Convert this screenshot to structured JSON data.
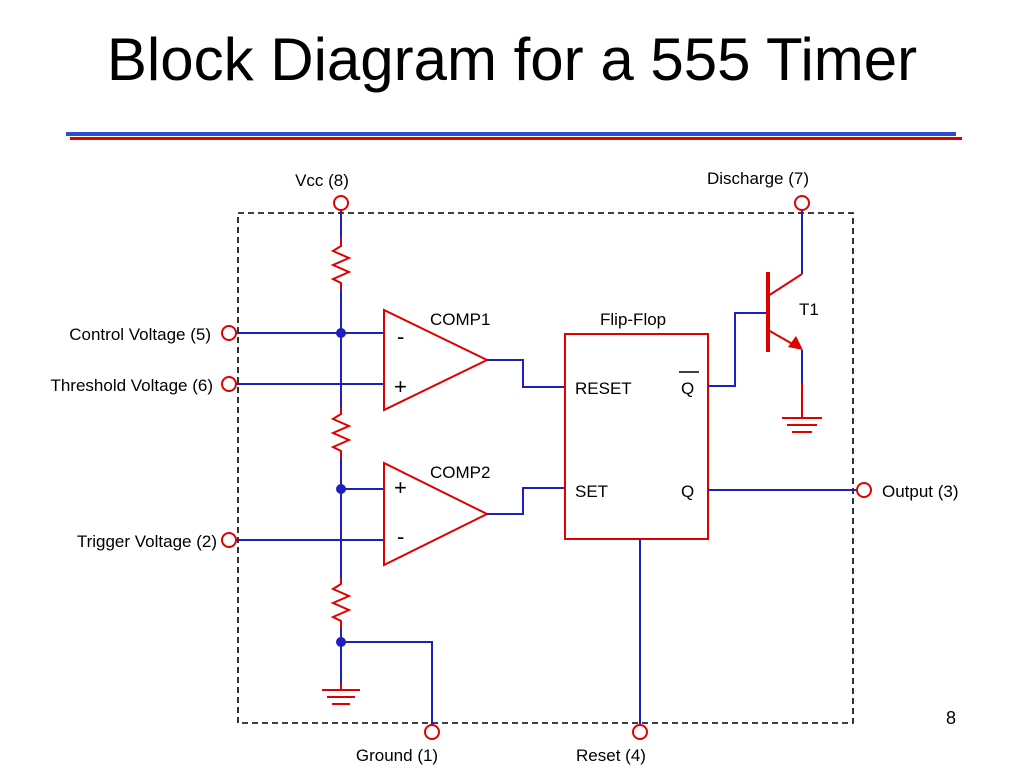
{
  "slide": {
    "title": "Block Diagram for a 555 Timer",
    "number": "8"
  },
  "colors": {
    "wire": "#1f1fbf",
    "component": "#e00000",
    "rule_blue": "#2a4ecf",
    "rule_red": "#e00000"
  },
  "pins": {
    "vcc": "Vcc (8)",
    "discharge": "Discharge (7)",
    "control": "Control Voltage (5)",
    "threshold": "Threshold Voltage (6)",
    "trigger": "Trigger Voltage (2)",
    "output": "Output (3)",
    "ground": "Ground (1)",
    "reset": "Reset (4)"
  },
  "blocks": {
    "comp1": "COMP1",
    "comp2": "COMP2",
    "flipflop": "Flip-Flop",
    "transistor": "T1"
  },
  "flipflop_ports": {
    "reset": "RESET",
    "set": "SET",
    "qbar": "Q",
    "q": "Q"
  },
  "comp_signs": {
    "comp1_minus": "-",
    "comp1_plus": "+",
    "comp2_plus": "+",
    "comp2_minus": "-"
  }
}
